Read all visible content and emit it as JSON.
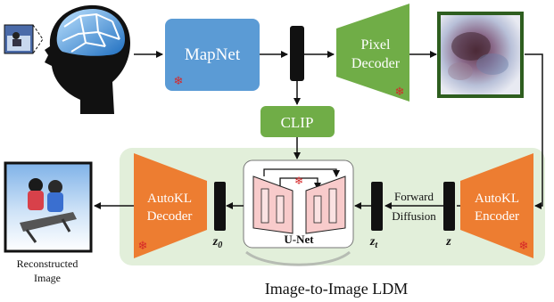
{
  "blocks": {
    "mapnet": "MapNet",
    "pixel_decoder_line1": "Pixel",
    "pixel_decoder_line2": "Decoder",
    "clip": "CLIP",
    "autokl_decoder_line1": "AutoKL",
    "autokl_decoder_line2": "Decoder",
    "autokl_encoder_line1": "AutoKL",
    "autokl_encoder_line2": "Encoder",
    "unet": "U-Net",
    "forward_diffusion_line1": "Forward",
    "forward_diffusion_line2": "Diffusion"
  },
  "latents": {
    "z0_main": "z",
    "z0_sub": "0",
    "zt_main": "z",
    "zt_sub": "t",
    "z": "z"
  },
  "captions": {
    "reconstructed_line1": "Reconstructed",
    "reconstructed_line2": "Image",
    "ldm_title": "Image-to-Image LDM"
  },
  "icons": {
    "frozen": "snowflake-icon"
  },
  "colors": {
    "mapnet_blue": "#5b9bd5",
    "decoder_green": "#70ad47",
    "clip_green": "#70ad47",
    "autokl_orange": "#ed7d31",
    "ldm_panel": "#e2efda",
    "unet_pink": "#f8cbcb",
    "latent_black": "#111111"
  }
}
